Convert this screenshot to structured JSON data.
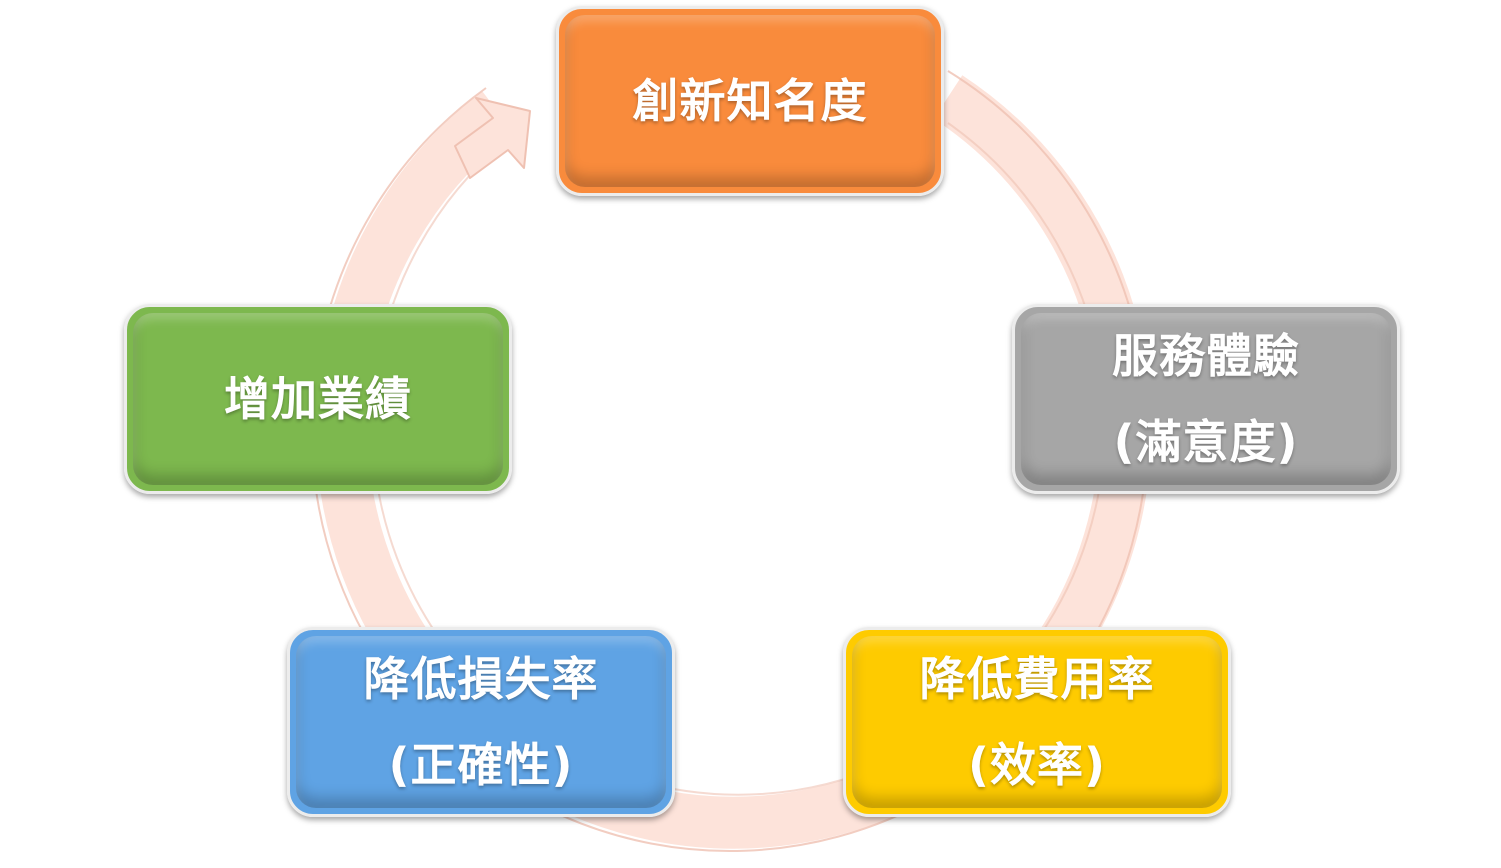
{
  "colors": {
    "ring_fill": "#fde3da",
    "ring_edge": "#efc1b2",
    "border": "#ececec"
  },
  "nodes": [
    {
      "id": "top",
      "lines": [
        "創新知名度"
      ],
      "color": "#f98b3c"
    },
    {
      "id": "right",
      "lines": [
        "服務體驗",
        "(滿意度)"
      ],
      "color": "#a6a6a6"
    },
    {
      "id": "bottom-right",
      "lines": [
        "降低費用率",
        "(效率)"
      ],
      "color": "#fecb00"
    },
    {
      "id": "bottom-left",
      "lines": [
        "降低損失率",
        "(正確性)"
      ],
      "color": "#5fa3e4"
    },
    {
      "id": "left",
      "lines": [
        "增加業績"
      ],
      "color": "#7db84e"
    }
  ]
}
